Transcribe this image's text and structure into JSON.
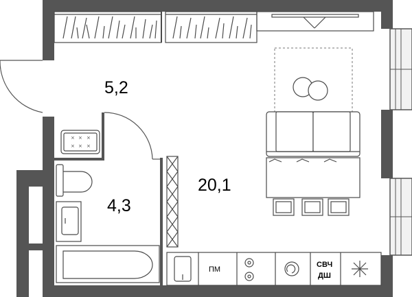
{
  "rooms": {
    "hall_area": "5,2",
    "bathroom_area": "4,3",
    "living_area": "20,1"
  },
  "appliances": {
    "dishwasher_label": "ПМ",
    "microwave_label_1": "СВЧ",
    "microwave_label_2": "ДШ"
  },
  "colors": {
    "wall": "#555555",
    "line": "#4a4a4a",
    "window": "#f2f2f2"
  }
}
